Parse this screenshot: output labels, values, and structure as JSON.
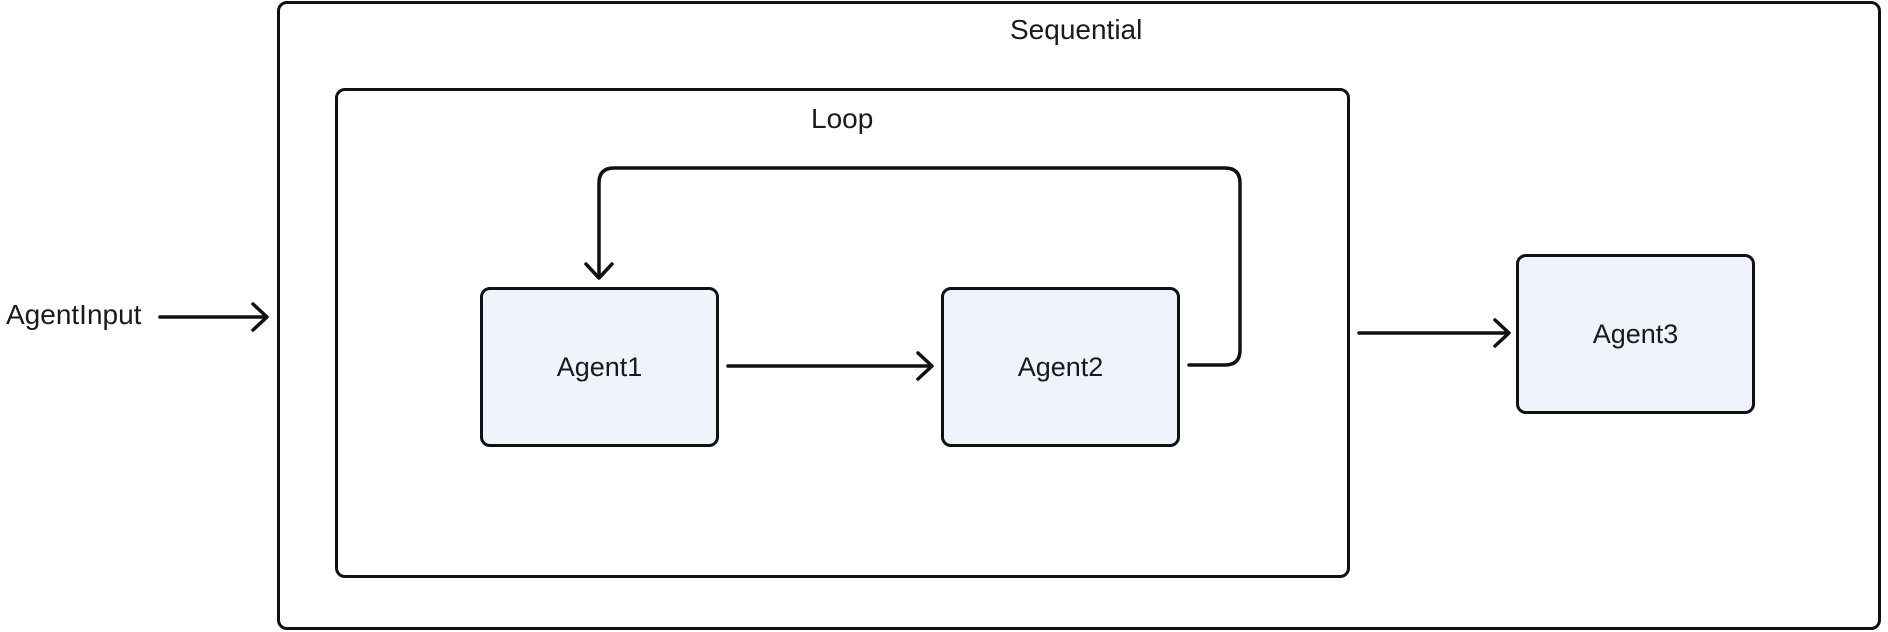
{
  "diagram": {
    "input_label": "AgentInput",
    "sequential_label": "Sequential",
    "loop_label": "Loop",
    "agents": [
      {
        "label": "Agent1"
      },
      {
        "label": "Agent2"
      },
      {
        "label": "Agent3"
      }
    ]
  },
  "colors": {
    "agent_fill": "#eef3fc",
    "stroke": "#111111",
    "background": "#ffffff"
  }
}
